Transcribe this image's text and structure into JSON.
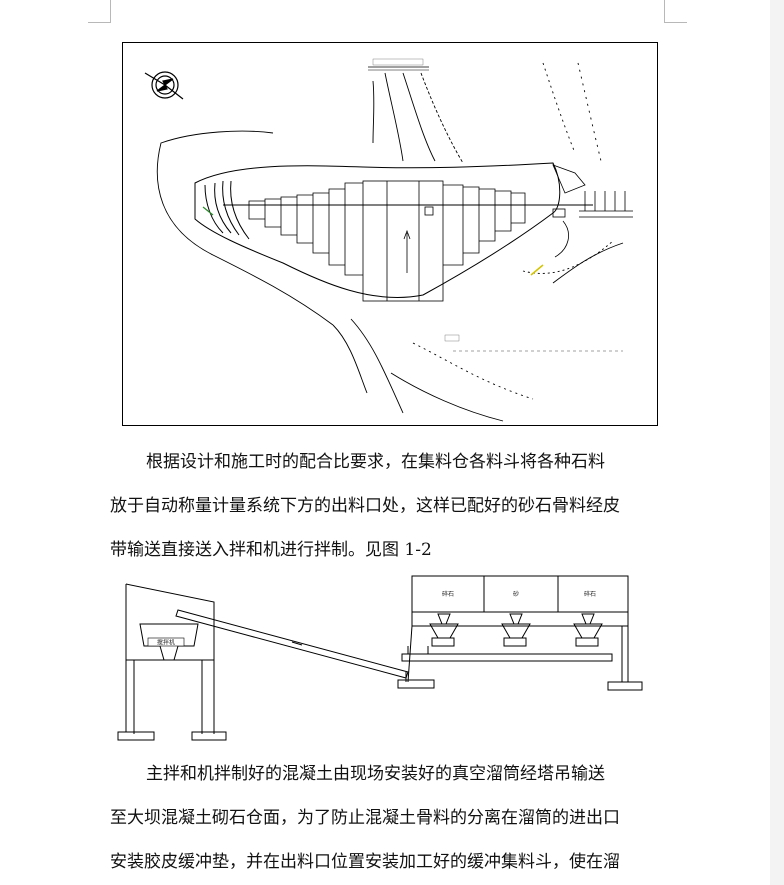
{
  "document": {
    "paragraph1": [
      "根据设计和施工时的配合比要求，在集料仓各料斗将各种石料",
      "放于自动称量计量系统下方的出料口处，这样已配好的砂石骨料经皮",
      "带输送直接送入拌和机进行拌制。见图 1-2"
    ],
    "paragraph2": [
      "主拌和机拌制好的混凝土由现场安装好的真空溜筒经塔吊输送",
      "至大坝混凝土砌石仓面，为了防止混凝土骨料的分离在溜筒的进出口",
      "安装胶皮缓冲垫，并在出料口位置安装加工好的缓冲集料斗，使在溜"
    ]
  },
  "figure2": {
    "hopper_labels": [
      "碎石",
      "砂",
      "碎石"
    ],
    "mixer_label": "搅拌机"
  }
}
